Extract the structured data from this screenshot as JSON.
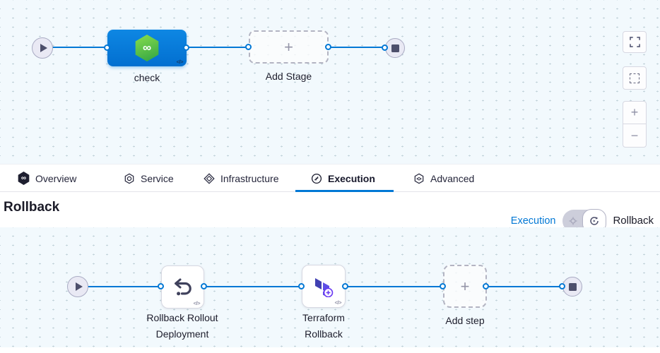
{
  "icons": {
    "infinity": "∞",
    "code": "</>",
    "plus": "+",
    "minus": "−"
  },
  "top_pipeline": {
    "stage_label": "check",
    "add_stage_label": "Add Stage"
  },
  "tabs": [
    {
      "label": "Overview",
      "icon": "harness-logo-icon",
      "active": false
    },
    {
      "label": "Service",
      "icon": "service-hexnut-icon",
      "active": false
    },
    {
      "label": "Infrastructure",
      "icon": "infrastructure-diamond-icon",
      "active": false
    },
    {
      "label": "Execution",
      "icon": "execution-steps-icon",
      "active": true
    },
    {
      "label": "Advanced",
      "icon": "advanced-hexagon-icon",
      "active": false
    }
  ],
  "rollback_section": {
    "title": "Rollback",
    "mode_left_label": "Execution",
    "mode_right_label": "Rollback",
    "toggle_state": "rollback"
  },
  "rollback_pipeline": {
    "step1_line1": "Rollback Rollout",
    "step1_line2": "Deployment",
    "step2_line1": "Terraform",
    "step2_line2": "Rollback",
    "add_step_label": "Add step"
  },
  "colors": {
    "accent_blue": "#0278d5",
    "stage_blue": "#0b82df",
    "harness_green": "#54c02f",
    "terraform_purple": "#5c4ee5",
    "canvas_bg": "#f2f9fd"
  }
}
